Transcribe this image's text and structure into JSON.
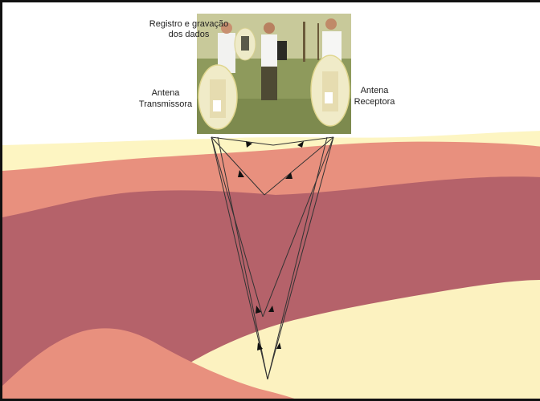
{
  "labels": {
    "recording_line1": "Registro e gravação",
    "recording_line2": "dos dados",
    "transmitter_line1": "Antena",
    "transmitter_line2": "Transmissora",
    "receiver_line1": "Antena",
    "receiver_line2": "Receptora"
  },
  "colors": {
    "sky": "#ffffff",
    "top_soil": "#fdf5c2",
    "upper_layer": "#e8907e",
    "middle_layer": "#b5626a",
    "lower_sand": "#fcf2c0",
    "bottom_mound": "#e8907e",
    "ray_lines": "#333333",
    "frame": "#111111"
  }
}
